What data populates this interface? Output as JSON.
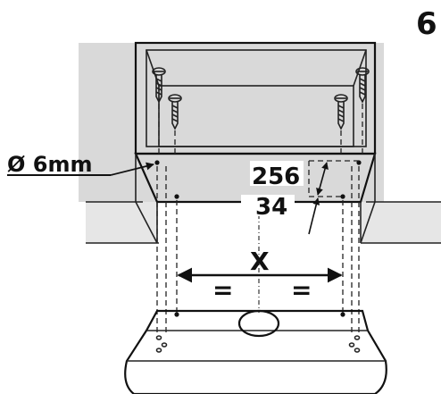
{
  "step": {
    "number": "6"
  },
  "labels": {
    "hole_diameter": "Ø 6mm",
    "height_upper": "256",
    "height_lower": "34",
    "width": "X",
    "equal_left": "=",
    "equal_right": "="
  },
  "colors": {
    "wall": "#d9d9d9",
    "cabinet_inner": "#ffffff",
    "line": "#111111"
  },
  "icons": [
    "screw-icon",
    "dimension-arrow-icon"
  ]
}
